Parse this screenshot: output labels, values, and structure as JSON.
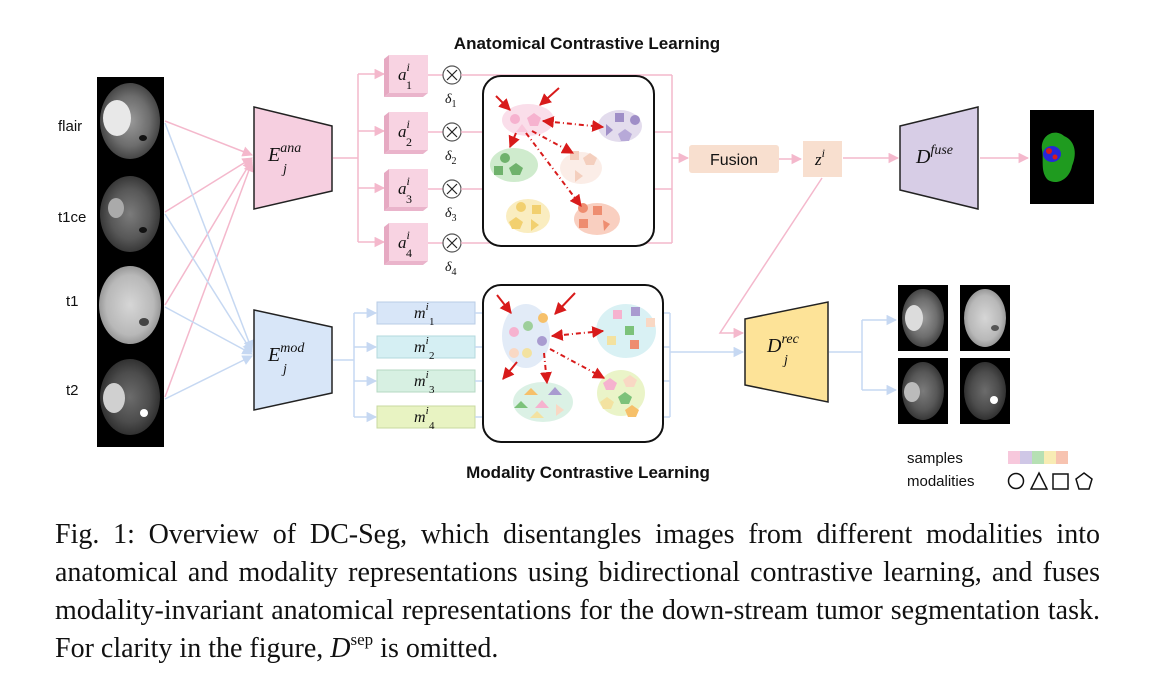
{
  "titles": {
    "anatomical": "Anatomical Contrastive Learning",
    "modality": "Modality Contrastive Learning"
  },
  "inputs": [
    {
      "label": "flair"
    },
    {
      "label": "t1ce"
    },
    {
      "label": "t1"
    },
    {
      "label": "t2"
    }
  ],
  "encoders": {
    "ana": {
      "base": "E",
      "sup": "ana",
      "sub": "j"
    },
    "mod": {
      "base": "E",
      "sup": "mod",
      "sub": "j"
    }
  },
  "anatomy_blocks": [
    {
      "base": "a",
      "sup": "i",
      "sub": "1",
      "delta": "δ",
      "delta_sub": "1"
    },
    {
      "base": "a",
      "sup": "i",
      "sub": "2",
      "delta": "δ",
      "delta_sub": "2"
    },
    {
      "base": "a",
      "sup": "i",
      "sub": "3",
      "delta": "δ",
      "delta_sub": "3"
    },
    {
      "base": "a",
      "sup": "i",
      "sub": "4",
      "delta": "δ",
      "delta_sub": "4"
    }
  ],
  "modality_blocks": [
    {
      "base": "m",
      "sup": "i",
      "sub": "1"
    },
    {
      "base": "m",
      "sup": "i",
      "sub": "2"
    },
    {
      "base": "m",
      "sup": "i",
      "sub": "3"
    },
    {
      "base": "m",
      "sup": "i",
      "sub": "4"
    }
  ],
  "fusion": {
    "label": "Fusion"
  },
  "latent": {
    "base": "z",
    "sup": "i"
  },
  "decoders": {
    "fuse": {
      "base": "D",
      "sup": "fuse"
    },
    "rec": {
      "base": "D",
      "sup": "rec",
      "sub": "j"
    }
  },
  "legend": {
    "samples": "samples",
    "modalities": "modalities",
    "sample_colors": [
      "#f7c8dc",
      "#cfc7e6",
      "#b6e0b4",
      "#f8ecb4",
      "#f7c3b0"
    ]
  },
  "caption": {
    "part1": "Fig. 1: Overview of DC-Seg, which disentangles images from different modalities into anatomical and modality representations using bidirectional contrastive learning, and fuses modality-invariant anatomical representations for the down-stream tumor segmentation task. For clarity in the figure, ",
    "math_base": "D",
    "math_sup": "sep",
    "part2": " is omitted."
  },
  "colors": {
    "anatomy": "#f6cfe0",
    "modality": "#d8e6f8",
    "fuse_decoder": "#d7cde6",
    "rec_decoder": "#fde398",
    "fusion": "#f8dfcf",
    "red_arrow": "#d81b1b",
    "pink_line": "#f4b8cc",
    "blue_line": "#c6d8f2"
  }
}
